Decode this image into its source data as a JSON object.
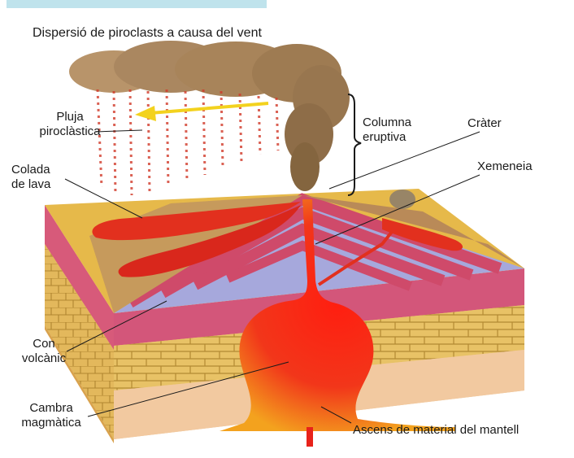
{
  "title": "Dispersió de piroclasts a causa del vent",
  "labels": {
    "pluja_piroclastica": [
      "Pluja",
      "piroclàstica"
    ],
    "colada_lava": [
      "Colada",
      "de lava"
    ],
    "columna_eruptiva": [
      "Columna",
      "eruptiva"
    ],
    "crater": "Cràter",
    "xemeneia": "Xemeneia",
    "con_volcanic": [
      "Con",
      "volcànic"
    ],
    "cambra_magmatica": [
      "Cambra",
      "magmàtica"
    ],
    "ascens_material": "Ascens de material del mantell"
  },
  "colors": {
    "magma": "#e8221a",
    "lava_orange": "#f07a1e",
    "ash": "#a5825a",
    "rock_layer": "#e8c266",
    "strata_pink": "#cf4a6a",
    "strata_blue": "#a6a8dc",
    "ground_top": "#e6b94a",
    "wind_arrow": "#f3d21e"
  }
}
